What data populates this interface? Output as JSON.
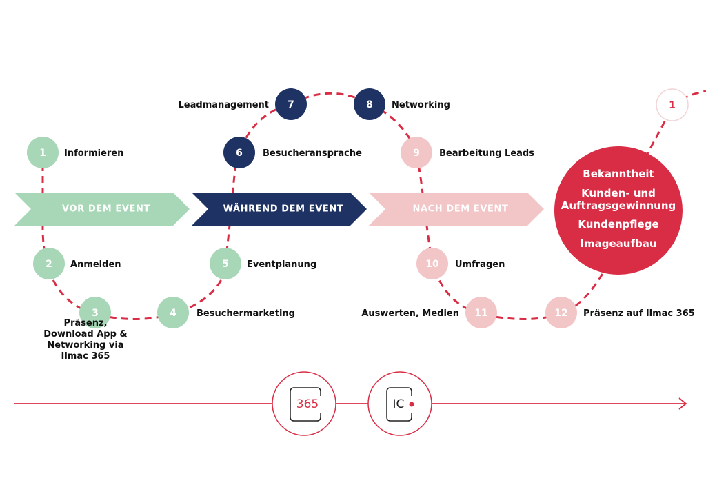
{
  "colors": {
    "green": "#a7d7b7",
    "navy": "#1e3263",
    "pink": "#f2c5c7",
    "red": "#d92d45",
    "path": "#d92d45"
  },
  "phases": [
    {
      "label": "VOR DEM EVENT",
      "color": "green"
    },
    {
      "label": "WÄHREND DEM EVENT",
      "color": "navy"
    },
    {
      "label": "NACH DEM EVENT",
      "color": "pink"
    }
  ],
  "steps": [
    {
      "num": "1",
      "label": "Informieren",
      "color": "green"
    },
    {
      "num": "2",
      "label": "Anmelden",
      "color": "green"
    },
    {
      "num": "3",
      "label": "Präsenz,\nDownload App &\nNetworking via\nIlmac 365",
      "color": "green"
    },
    {
      "num": "4",
      "label": "Besuchermarketing",
      "color": "green"
    },
    {
      "num": "5",
      "label": "Eventplanung",
      "color": "green"
    },
    {
      "num": "6",
      "label": "Besucheransprache",
      "color": "navy"
    },
    {
      "num": "7",
      "label": "Leadmanagement",
      "color": "navy"
    },
    {
      "num": "8",
      "label": "Networking",
      "color": "navy"
    },
    {
      "num": "9",
      "label": "Bearbeitung Leads",
      "color": "pink"
    },
    {
      "num": "10",
      "label": "Umfragen",
      "color": "pink"
    },
    {
      "num": "11",
      "label": "Auswerten, Medien",
      "color": "pink"
    },
    {
      "num": "12",
      "label": "Präsenz auf Ilmac 365",
      "color": "pink"
    }
  ],
  "restart_step": {
    "num": "1"
  },
  "outcome": {
    "lines": [
      "Bekanntheit",
      "Kunden- und",
      "Auftragsgewinnung",
      "Kundenpflege",
      "Imageaufbau"
    ]
  },
  "timeline": {
    "logos": [
      {
        "name": "ilmac-365-logo",
        "text": "365"
      },
      {
        "name": "ilmac-ic-logo",
        "text": "IC"
      }
    ]
  }
}
